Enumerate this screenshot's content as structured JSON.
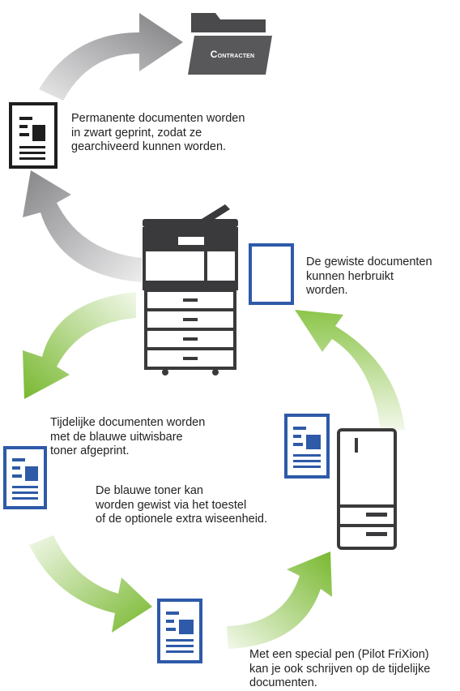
{
  "folder": {
    "label": "Contracten",
    "icon": "folder-icon"
  },
  "texts": {
    "permanent": [
      "Permanente documenten worden",
      "in zwart geprint, zodat ze",
      "gearchiveerd kunnen worden."
    ],
    "erased": [
      "De gewiste documenten",
      "kunnen herbruikt",
      "worden."
    ],
    "temporary": [
      "Tijdelijke documenten worden",
      "met de blauwe uitwisbare",
      "toner afgeprint."
    ],
    "blue_toner": [
      "De blauwe toner kan",
      "worden gewist via het toestel",
      "of de optionele extra wiseenheid."
    ],
    "special_pen": [
      "Met een special pen (Pilot FriXion)",
      "kan je ook schrijven op de tijdelijke",
      "documenten."
    ]
  },
  "icons": [
    "folder-icon",
    "black-document-icon",
    "printer-icon",
    "blank-blue-document-icon",
    "blue-document-icon",
    "erasing-unit-icon",
    "arrow-gray-icon",
    "arrow-green-icon"
  ],
  "colors": {
    "gray_arrow": "#9a9a9c",
    "green_arrow": "#7dbb35",
    "blue_doc": "#2e5aa8",
    "device": "#3a3a3c"
  }
}
